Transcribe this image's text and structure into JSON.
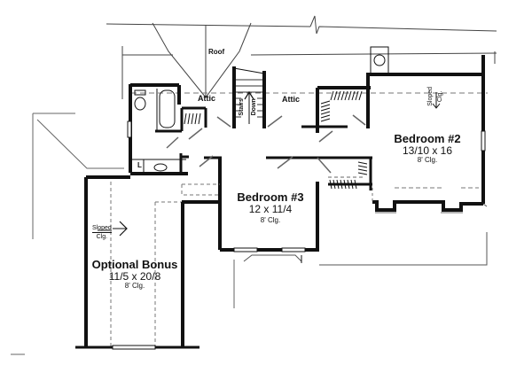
{
  "plan": {
    "type": "second floor plan",
    "rooms": [
      {
        "id": "bedroom2",
        "name": "Bedroom #2",
        "dimensions": "13/10 x 16",
        "ceiling": "8' Clg."
      },
      {
        "id": "bedroom3",
        "name": "Bedroom #3",
        "dimensions": "12 x 11/4",
        "ceiling": "8' Clg."
      },
      {
        "id": "bonus",
        "name": "Optional Bonus",
        "dimensions": "11/5 x 20/8",
        "ceiling": "8' Clg."
      }
    ],
    "labels": {
      "roof": "Roof",
      "attic_left": "Attic",
      "attic_right": "Attic",
      "stairs_line1": "Stairs",
      "stairs_line2": "Down",
      "linen": "L",
      "sloped_bonus_line1": "Sloped",
      "sloped_bonus_line2": "Clg.",
      "sloped_bed2_line1": "Sloped",
      "sloped_bed2_line2": "Clg."
    },
    "colors": {
      "wall": "#111111",
      "dashed": "#777777",
      "thin": "#555555",
      "background": "#ffffff"
    }
  }
}
